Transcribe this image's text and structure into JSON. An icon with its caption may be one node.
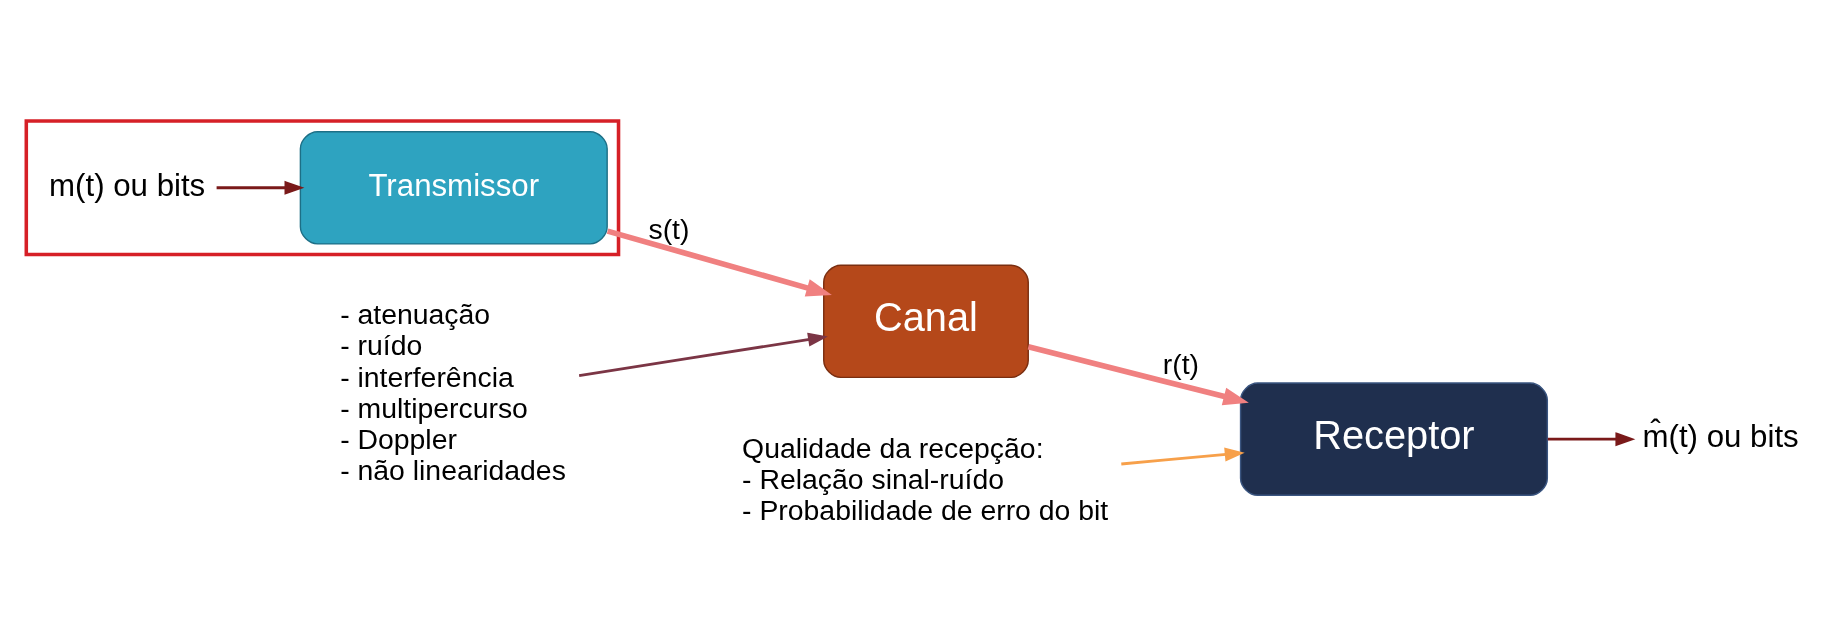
{
  "diagram": {
    "nodes": [
      {
        "text": [],
        "shape": "box"
      },
      {
        "text": [
          "m(t) ou bits"
        ],
        "in": 0
      },
      {
        "text": [
          "Transmissor"
        ],
        "in": 0
      },
      {
        "text": [
          "Canal"
        ]
      },
      {
        "text": [
          "Receptor"
        ]
      },
      {
        "text": [
          "m̂(t) ou bits"
        ]
      },
      {
        "text": [
          "- atenuação",
          "- ruído",
          "- interferência",
          "- multipercurso",
          "- Doppler",
          "- não linearidades"
        ]
      },
      {
        "text": [
          "Qualidade da recepção:",
          "- Relação sinal-ruído",
          "- Probabilidade de erro do bit"
        ]
      }
    ],
    "edges": [
      {
        "from": 1,
        "to": 2,
        "arrow": "to",
        "color": "#7a1a1a"
      },
      {
        "from": 2,
        "to": 3,
        "arrow": "to",
        "label": "s(t)",
        "style": "thick",
        "color": "#f08080"
      },
      {
        "from": 3,
        "to": 4,
        "arrow": "to",
        "label": "r(t)",
        "style": "thick",
        "color": "#f08080"
      },
      {
        "from": 4,
        "to": 5,
        "arrow": "to",
        "color": "#7a1a1a"
      },
      {
        "from": 6,
        "to": 3,
        "arrow": "to",
        "color": "#7b3545"
      },
      {
        "from": 7,
        "to": 4,
        "arrow": "to",
        "color": "#f7a04a"
      }
    ]
  }
}
